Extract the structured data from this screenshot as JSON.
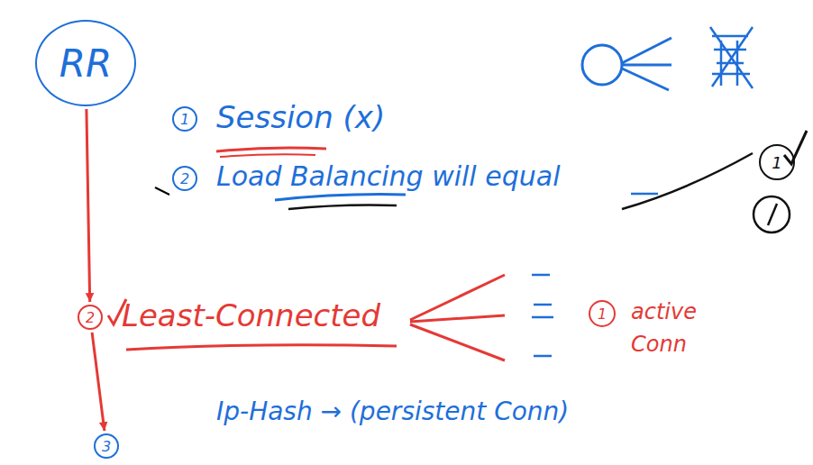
{
  "diagram": {
    "nodes": [
      {
        "text": [
          "RR"
        ]
      },
      {
        "text": [
          "1"
        ]
      },
      {
        "text": [
          "2"
        ]
      },
      {
        "text": [
          "2"
        ]
      },
      {
        "text": [
          "1"
        ]
      },
      {
        "text": [
          "1"
        ]
      },
      {
        "text": [
          "3"
        ]
      }
    ],
    "edges": [
      {
        "from": 0,
        "to": 3,
        "arrow": "to"
      },
      {
        "from": 3,
        "to": 6,
        "arrow": "to"
      }
    ],
    "labels": [
      "Session (x)",
      "Load Balancing will equal",
      "Least-Connected",
      "active Conn",
      "Ip-Hash → (persistent Conn)"
    ]
  }
}
